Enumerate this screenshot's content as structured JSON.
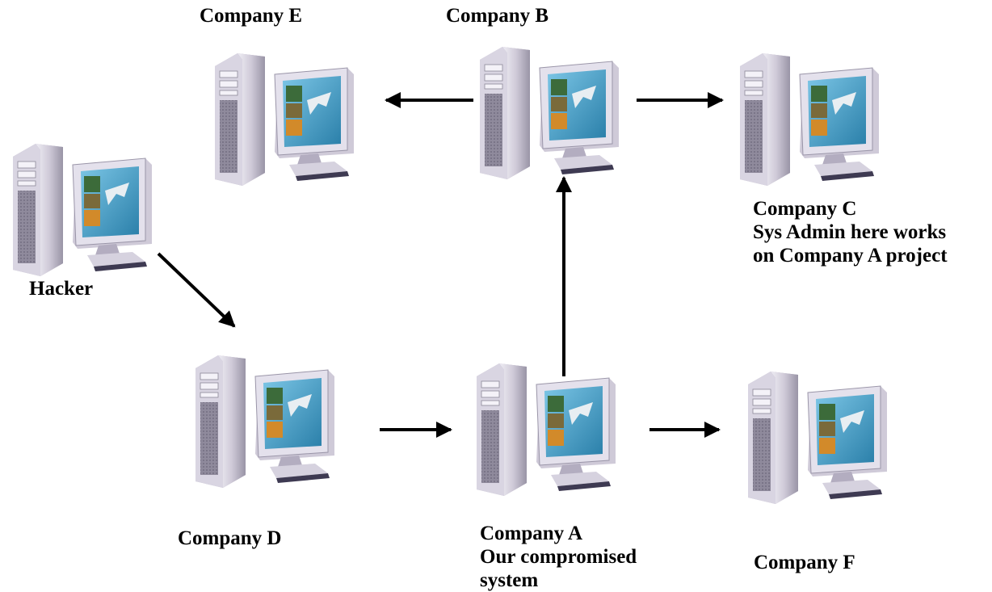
{
  "colors": {
    "arrow": "#000000",
    "computer_case": "#c9c4d2",
    "computer_case_light": "#e6e3ee",
    "computer_case_dark": "#8d8898",
    "screen": "#4aa6cf",
    "screen_dark": "#1f6d93",
    "text": "#000000"
  },
  "nodes": [
    {
      "id": "hacker",
      "icon": "desktop-computer-icon",
      "label_lines": [
        "Hacker"
      ]
    },
    {
      "id": "company-e",
      "icon": "desktop-computer-icon",
      "label_lines": [
        "Company E"
      ]
    },
    {
      "id": "company-b",
      "icon": "desktop-computer-icon",
      "label_lines": [
        "Company B"
      ]
    },
    {
      "id": "company-c",
      "icon": "desktop-computer-icon",
      "label_lines": [
        "Company C",
        "Sys Admin here works",
        "on Company A project"
      ]
    },
    {
      "id": "company-d",
      "icon": "desktop-computer-icon",
      "label_lines": [
        "Company D"
      ]
    },
    {
      "id": "company-a",
      "icon": "desktop-computer-icon",
      "label_lines": [
        "Company A",
        "Our compromised",
        "system"
      ]
    },
    {
      "id": "company-f",
      "icon": "desktop-computer-icon",
      "label_lines": [
        "Company F"
      ]
    }
  ],
  "edges": [
    {
      "from": "hacker",
      "to": "company-d"
    },
    {
      "from": "company-d",
      "to": "company-a"
    },
    {
      "from": "company-a",
      "to": "company-b"
    },
    {
      "from": "company-a",
      "to": "company-f"
    },
    {
      "from": "company-b",
      "to": "company-e"
    },
    {
      "from": "company-b",
      "to": "company-c"
    }
  ]
}
